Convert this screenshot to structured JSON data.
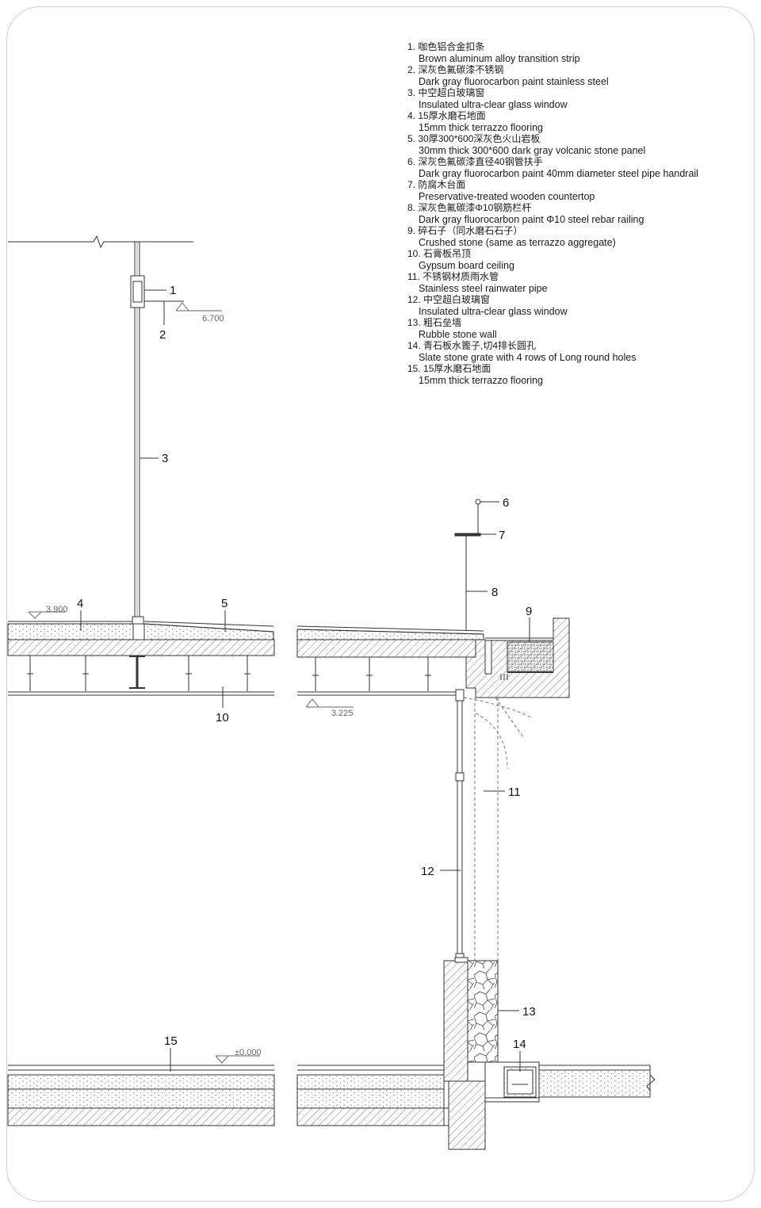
{
  "legend": [
    {
      "zh": "1. 咖色铝合金扣条",
      "en": "Brown aluminum alloy transition strip"
    },
    {
      "zh": "2. 深灰色氟碳漆不锈钢",
      "en": "Dark gray fluorocarbon paint stainless steel"
    },
    {
      "zh": "3. 中空超白玻璃窗",
      "en": "Insulated ultra-clear glass window"
    },
    {
      "zh": "4. 15厚水磨石地面",
      "en": "15mm thick terrazzo flooring"
    },
    {
      "zh": "5. 30厚300*600深灰色火山岩板",
      "en": "30mm thick 300*600 dark gray volcanic stone panel"
    },
    {
      "zh": "6. 深灰色氟碳漆直径40钢管扶手",
      "en": "Dark gray fluorocarbon paint 40mm diameter steel pipe handrail"
    },
    {
      "zh": "7. 防腐木台面",
      "en": "Preservative-treated wooden countertop"
    },
    {
      "zh": "8. 深灰色氟碳漆Φ10钢筋栏杆",
      "en": "Dark gray fluorocarbon paint Φ10 steel rebar railing"
    },
    {
      "zh": "9. 碎石子（同水磨石石子）",
      "en": "Crushed stone (same as terrazzo aggregate)"
    },
    {
      "zh": "10. 石膏板吊顶",
      "en": "Gypsum board ceiling"
    },
    {
      "zh": "11. 不锈钢材质雨水管",
      "en": "Stainless steel rainwater pipe"
    },
    {
      "zh": "12. 中空超白玻璃窗",
      "en": "Insulated ultra-clear glass window"
    },
    {
      "zh": "13. 粗石垒墙",
      "en": "Rubble stone wall"
    },
    {
      "zh": "14. 青石板水篦子,切4排长圆孔",
      "en": "Slate stone grate with 4 rows of Long round holes"
    },
    {
      "zh": "15. 15厚水磨石地面",
      "en": "15mm thick terrazzo flooring"
    }
  ],
  "callouts": {
    "c1": "1",
    "c2": "2",
    "c3": "3",
    "c4": "4",
    "c5": "5",
    "c6": "6",
    "c7": "7",
    "c8": "8",
    "c9": "9",
    "c10": "10",
    "c11": "11",
    "c12": "12",
    "c13": "13",
    "c14": "14",
    "c15": "15"
  },
  "levels": {
    "l6700": "6.700",
    "l3900": "3.900",
    "l3225": "3.225",
    "l0000": "±0.000"
  },
  "colors": {
    "line": "#333333",
    "hatch": "#555555",
    "frame": "#cfcfcf",
    "level_text": "#666666"
  }
}
